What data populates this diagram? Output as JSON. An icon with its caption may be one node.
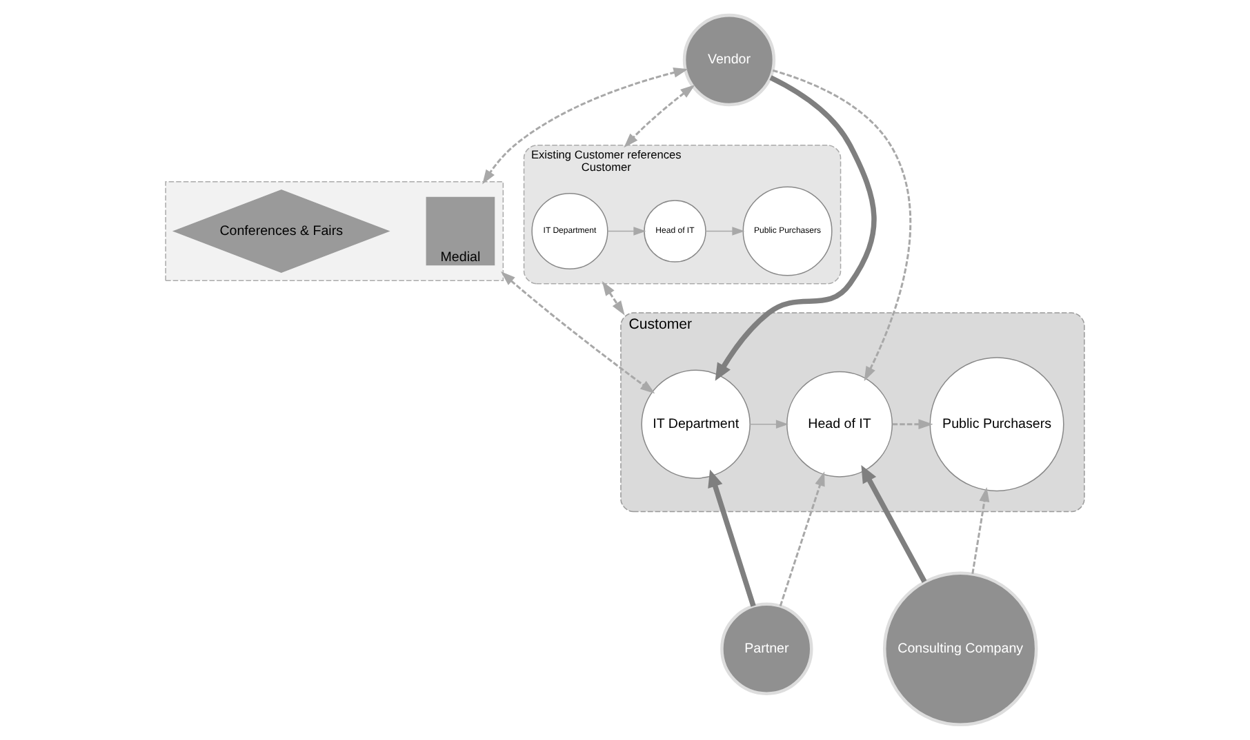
{
  "diagram": {
    "nodes": [
      {
        "text": [],
        "shape": "box"
      },
      {
        "text": [
          "Medial"
        ],
        "in": 0
      },
      {
        "text": [
          "Conferences & Fairs"
        ],
        "in": 0
      },
      {
        "text": [
          "Vendor"
        ]
      },
      {
        "text": [
          "Existing Customer references",
          "Customer"
        ]
      },
      {
        "text": [
          "IT Department"
        ],
        "in": 4
      },
      {
        "text": [
          "Head of IT"
        ],
        "in": 4
      },
      {
        "text": [
          "Public Purchasers"
        ],
        "in": 4
      },
      {
        "text": [
          "Customer"
        ]
      },
      {
        "text": [
          "IT Department"
        ],
        "in": 8
      },
      {
        "text": [
          "Head of IT"
        ],
        "in": 8
      },
      {
        "text": [
          "Public Purchasers"
        ],
        "in": 8
      },
      {
        "text": [
          "Partner"
        ]
      },
      {
        "text": [
          "Consulting Company"
        ]
      }
    ],
    "edges": [
      {
        "from": 3,
        "to": 0,
        "arrow": "both",
        "style": "dashed"
      },
      {
        "from": 3,
        "to": 4,
        "arrow": "both",
        "style": "dashed"
      },
      {
        "from": 5,
        "to": 6,
        "arrow": "to"
      },
      {
        "from": 6,
        "to": 7,
        "arrow": "to"
      },
      {
        "from": 4,
        "to": 8,
        "arrow": "both",
        "style": "dashed"
      },
      {
        "from": 3,
        "to": 9,
        "arrow": "to",
        "style": "thick",
        "color": "#7f7f7f"
      },
      {
        "from": 3,
        "to": 10,
        "arrow": "to",
        "style": "dashed"
      },
      {
        "from": 0,
        "to": 9,
        "arrow": "both",
        "style": "dashed"
      },
      {
        "from": 9,
        "to": 10,
        "arrow": "to"
      },
      {
        "from": 10,
        "to": 11,
        "arrow": "to",
        "style": "dashed"
      },
      {
        "from": 12,
        "to": 9,
        "arrow": "to",
        "style": "thick",
        "color": "#7f7f7f"
      },
      {
        "from": 12,
        "to": 10,
        "arrow": "to",
        "style": "dashed"
      },
      {
        "from": 13,
        "to": 10,
        "arrow": "to",
        "style": "thick",
        "color": "#7f7f7f"
      },
      {
        "from": 13,
        "to": 11,
        "arrow": "to",
        "style": "dashed"
      }
    ]
  }
}
